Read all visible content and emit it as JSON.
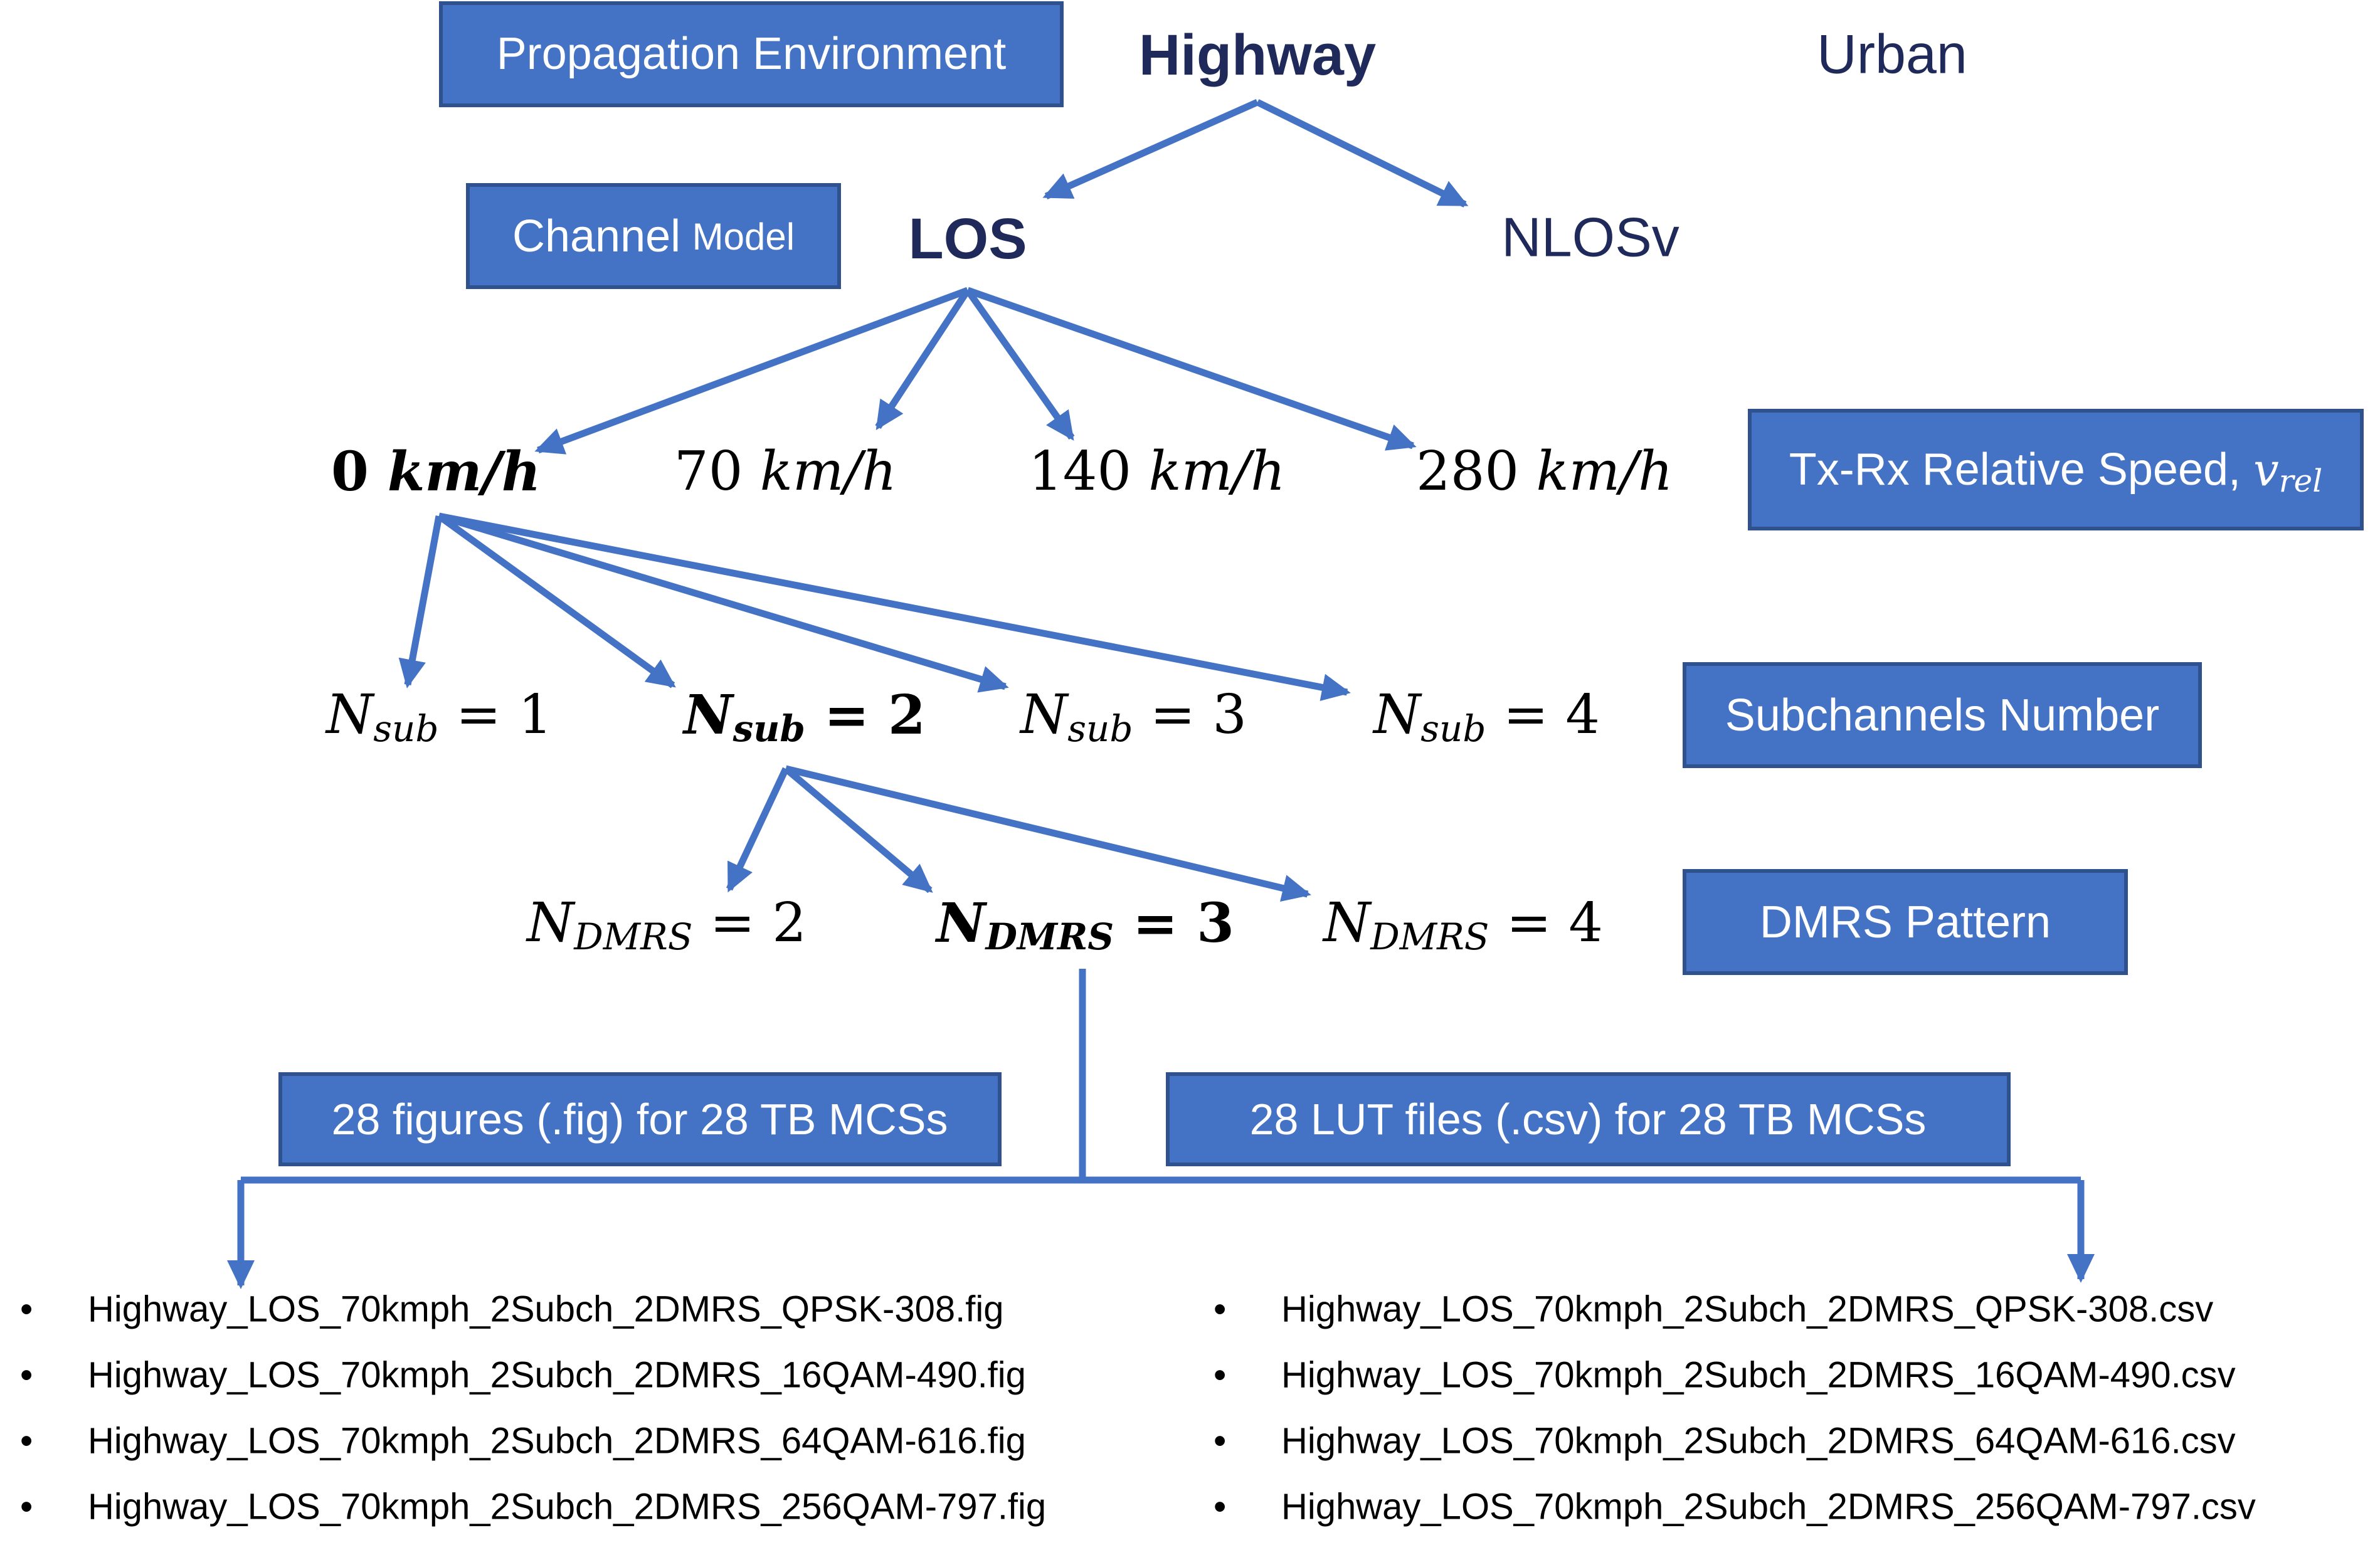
{
  "boxes": {
    "propagation_environment": "Propagation Environment",
    "channel_model_main": "Channel",
    "channel_model_sub": "Model",
    "relative_speed": "Tx-Rx Relative Speed, ",
    "relative_speed_symbol": "v",
    "relative_speed_sub": "rel",
    "subchannels_number": "Subchannels Number",
    "dmrs_pattern": "DMRS Pattern",
    "figures": "28 figures (.fig) for 28 TB MCSs",
    "lut_files": "28 LUT files (.csv) for 28 TB MCSs"
  },
  "environment": {
    "selected": "Highway",
    "other": "Urban"
  },
  "channel": {
    "selected": "LOS",
    "other": "NLOSv"
  },
  "speeds": {
    "unit": "km/h",
    "values": [
      {
        "value": "0",
        "selected": true
      },
      {
        "value": "70",
        "selected": false
      },
      {
        "value": "140",
        "selected": false
      },
      {
        "value": "280",
        "selected": false
      }
    ]
  },
  "subchannels": {
    "symbol": "N",
    "subscript": "sub",
    "values": [
      {
        "value": "1",
        "selected": false
      },
      {
        "value": "2",
        "selected": true
      },
      {
        "value": "3",
        "selected": false
      },
      {
        "value": "4",
        "selected": false
      }
    ]
  },
  "dmrs": {
    "symbol": "N",
    "subscript": "DMRS",
    "values": [
      {
        "value": "2",
        "selected": false
      },
      {
        "value": "3",
        "selected": true
      },
      {
        "value": "4",
        "selected": false
      }
    ]
  },
  "equals": "=",
  "bullet": "•",
  "fig_files": [
    "Highway_LOS_70kmph_2Subch_2DMRS_QPSK-308.fig",
    "Highway_LOS_70kmph_2Subch_2DMRS_16QAM-490.fig",
    "Highway_LOS_70kmph_2Subch_2DMRS_64QAM-616.fig",
    "Highway_LOS_70kmph_2Subch_2DMRS_256QAM-797.fig"
  ],
  "csv_files": [
    "Highway_LOS_70kmph_2Subch_2DMRS_QPSK-308.csv",
    "Highway_LOS_70kmph_2Subch_2DMRS_16QAM-490.csv",
    "Highway_LOS_70kmph_2Subch_2DMRS_64QAM-616.csv",
    "Highway_LOS_70kmph_2Subch_2DMRS_256QAM-797.csv"
  ],
  "colors": {
    "box_fill": "#4472C4",
    "box_border": "#2F528F",
    "arrow": "#4472C4",
    "navy_text": "#1F2A5A"
  }
}
